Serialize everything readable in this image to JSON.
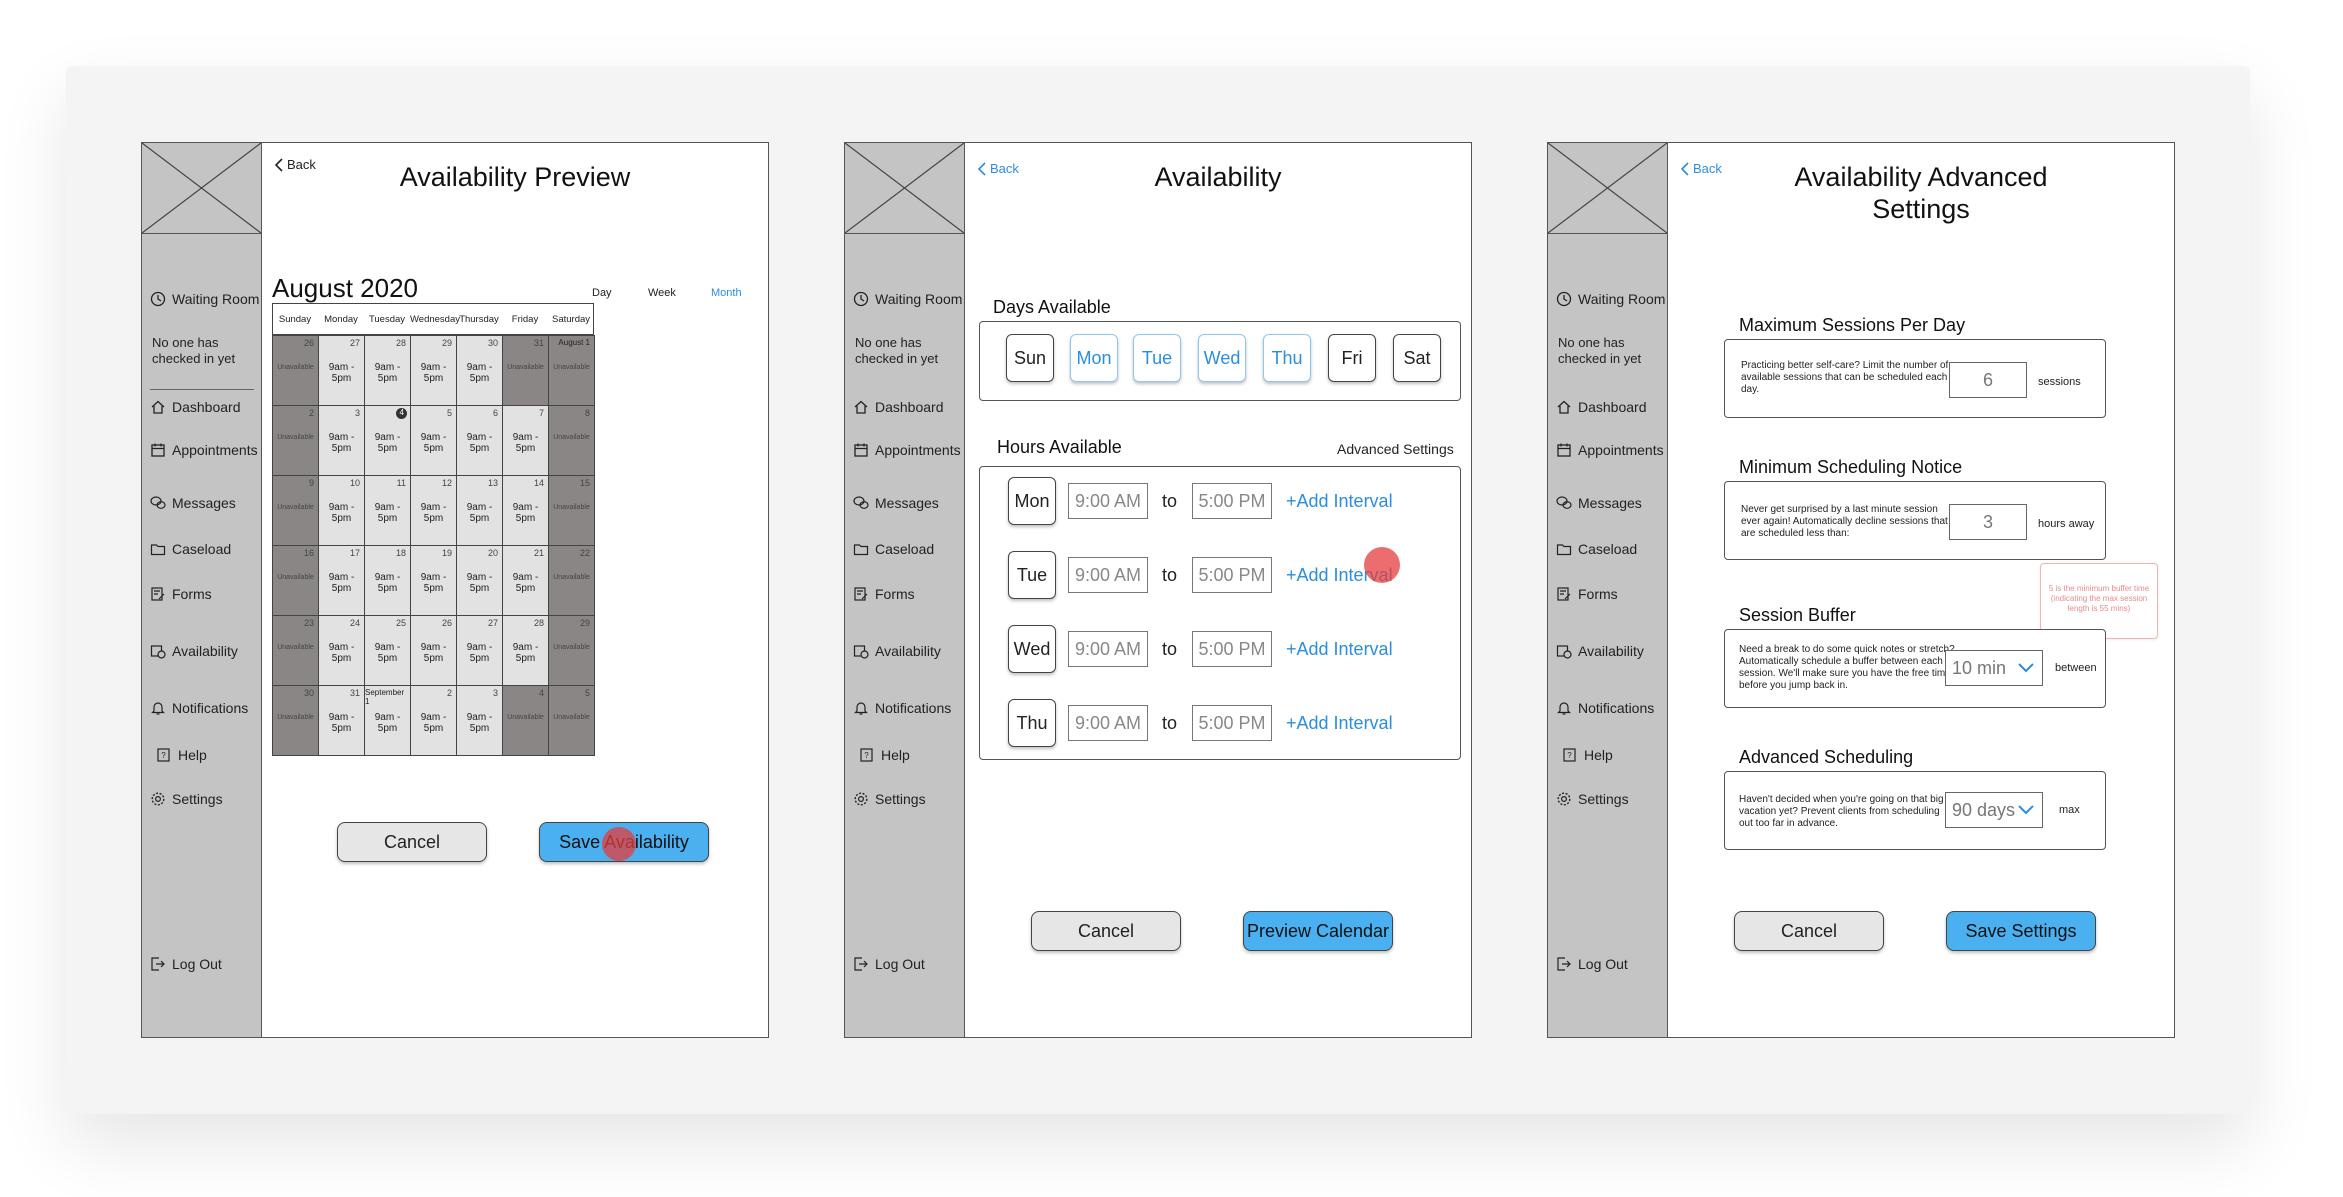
{
  "sidebar": {
    "waiting_room": "Waiting Room",
    "status": "No one has checked in yet",
    "items": [
      "Dashboard",
      "Appointments",
      "Messages",
      "Caseload",
      "Forms",
      "Availability",
      "Notifications",
      "Help",
      "Settings"
    ],
    "logout": "Log Out"
  },
  "preview": {
    "back": "Back",
    "title": "Availability Preview",
    "month_title": "August 2020",
    "views": [
      "Day",
      "Week",
      "Month"
    ],
    "active_view": "Month",
    "weekdays": [
      "Sunday",
      "Monday",
      "Tuesday",
      "Wednesday",
      "Thursday",
      "Friday",
      "Saturday"
    ],
    "unavailable_label": "Unavailable",
    "available_label": "9am - 5pm",
    "weeks": [
      [
        "26",
        "27",
        "28",
        "29",
        "30",
        "31",
        "August 1"
      ],
      [
        "2",
        "3",
        "4",
        "5",
        "6",
        "7",
        "8"
      ],
      [
        "9",
        "10",
        "11",
        "12",
        "13",
        "14",
        "15"
      ],
      [
        "16",
        "17",
        "18",
        "19",
        "20",
        "21",
        "22"
      ],
      [
        "23",
        "24",
        "25",
        "26",
        "27",
        "28",
        "29"
      ],
      [
        "30",
        "31",
        "September 1",
        "2",
        "3",
        "4",
        "5"
      ]
    ],
    "cancel": "Cancel",
    "save": "Save Availability"
  },
  "availability": {
    "back": "Back",
    "title": "Availability",
    "days_label": "Days Available",
    "days": [
      "Sun",
      "Mon",
      "Tue",
      "Wed",
      "Thu",
      "Fri",
      "Sat"
    ],
    "selected_days": [
      "Mon",
      "Tue",
      "Wed",
      "Thu"
    ],
    "hours_label": "Hours Available",
    "advanced_link": "Advanced Settings",
    "to": "to",
    "add_interval": "Add Interval",
    "rows": [
      {
        "day": "Mon",
        "start": "9:00 AM",
        "end": "5:00 PM"
      },
      {
        "day": "Tue",
        "start": "9:00 AM",
        "end": "5:00 PM"
      },
      {
        "day": "Wed",
        "start": "9:00 AM",
        "end": "5:00 PM"
      },
      {
        "day": "Thu",
        "start": "9:00 AM",
        "end": "5:00 PM"
      }
    ],
    "cancel": "Cancel",
    "preview": "Preview Calendar"
  },
  "advanced": {
    "back": "Back",
    "title_line1": "Availability Advanced",
    "title_line2": "Settings",
    "max_sessions": {
      "label": "Maximum Sessions Per Day",
      "desc": "Practicing better self-care? Limit the number of available sessions that can be scheduled each day.",
      "value": "6",
      "unit": "sessions"
    },
    "min_notice": {
      "label": "Minimum Scheduling Notice",
      "desc": "Never get surprised by a last minute session ever again! Automatically decline sessions that are scheduled less than:",
      "value": "3",
      "unit": "hours away"
    },
    "buffer": {
      "label": "Session Buffer",
      "desc": "Need a break to do some quick notes or stretch? Automatically schedule a buffer between each session. We'll make sure you have the free time before you jump back in.",
      "value": "10 min",
      "unit": "between"
    },
    "tooltip": "5 is the minimum buffer time (indicating the max session length is 55 mins)",
    "advanced_sched": {
      "label": "Advanced Scheduling",
      "desc": "Haven't decided when  you're going on that big vacation yet? Prevent clients from scheduling out too far in advance.",
      "value": "90 days",
      "unit": "max"
    },
    "cancel": "Cancel",
    "save": "Save Settings"
  },
  "colors": {
    "accent": "#4ab0f0",
    "link": "#2a8ee0",
    "unavailable": "#8b8686",
    "available": "#e2e2e2",
    "sidebar": "#c4c4c4",
    "click_marker": "#e43c3c"
  }
}
